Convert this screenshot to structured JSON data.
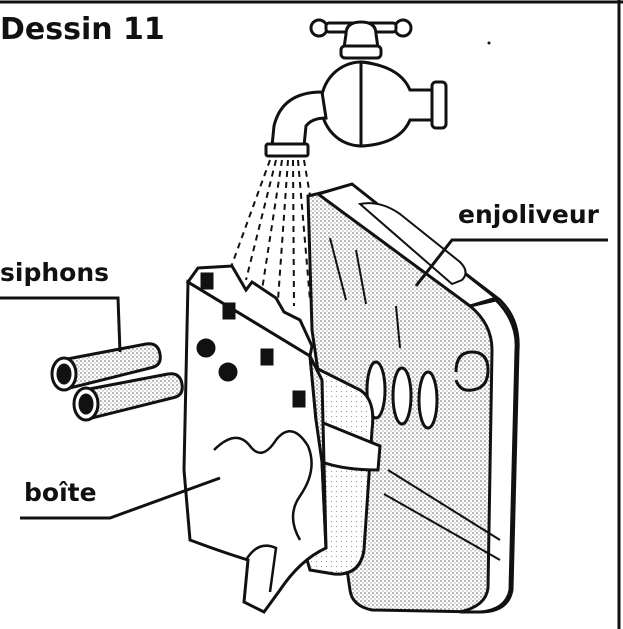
{
  "title": "Dessin 11",
  "labels": {
    "siphons": "siphons",
    "enjoliveur": "enjoliveur",
    "boite": "boîte"
  },
  "colors": {
    "ink": "#111111",
    "hatch": "#bdbdbd",
    "paper": "#ffffff"
  },
  "icons": [
    "water-tap-icon",
    "siphon-tube-icon",
    "filter-box-icon",
    "box-cover-icon"
  ]
}
